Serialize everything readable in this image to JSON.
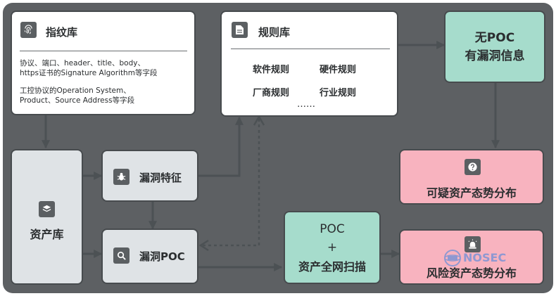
{
  "fingerprint": {
    "title": "指纹库",
    "line1": "协议、端口、header、title、body、",
    "line2": "https证书的Signature Algorithm等字段",
    "line3": "工控协议的Operation System、",
    "line4": "Product、Source Address等字段"
  },
  "rules": {
    "title": "规则库",
    "items": [
      "软件规则",
      "硬件规则",
      "厂商规则",
      "行业规则"
    ],
    "more": "……"
  },
  "no_poc": {
    "line1": "无POC",
    "line2": "有漏洞信息"
  },
  "asset_db": {
    "label": "资产库"
  },
  "vuln_feature": {
    "label": "漏洞特征"
  },
  "vuln_poc": {
    "label": "漏洞POC"
  },
  "poc_scan": {
    "line1": "POC",
    "line2": "+",
    "line3": "资产全网扫描"
  },
  "suspicious": {
    "label": "可疑资产态势分布"
  },
  "risk": {
    "label": "风险资产态势分布"
  },
  "watermark": {
    "text": "NOSEC"
  },
  "colors": {
    "background": "#5d6063",
    "white_box": "#ffffff",
    "grey_box": "#dfe3e6",
    "teal_box": "#a6dccc",
    "pink_box": "#f8b3bf",
    "border": "#474b4e",
    "arrow": "#4c5154"
  },
  "icons": {
    "fingerprint": "fingerprint-icon",
    "rules": "document-icon",
    "asset_db": "layers-icon",
    "vuln_feature": "bug-icon",
    "vuln_poc": "search-icon",
    "suspicious": "question-icon",
    "risk": "alarm-light-icon"
  }
}
